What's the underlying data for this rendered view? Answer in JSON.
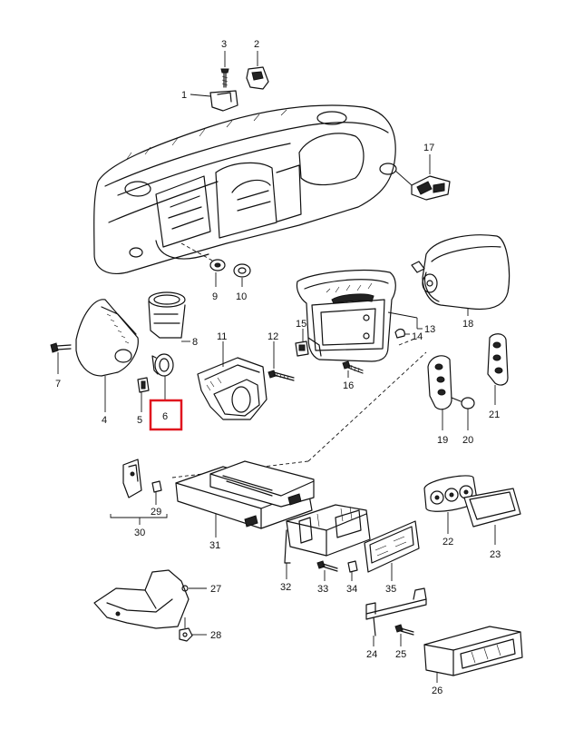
{
  "diagram": {
    "selected_part": "6",
    "highlight_color": "#e0141e",
    "labels": {
      "p1": "1",
      "p2": "2",
      "p3": "3",
      "p4": "4",
      "p5": "5",
      "p6": "6",
      "p7": "7",
      "p8": "8",
      "p9": "9",
      "p10": "10",
      "p11": "11",
      "p12": "12",
      "p13": "13",
      "p14": "14",
      "p15": "15",
      "p16": "16",
      "p17": "17",
      "p18": "18",
      "p19": "19",
      "p20": "20",
      "p21": "21",
      "p22": "22",
      "p23": "23",
      "p24": "24",
      "p25": "25",
      "p26": "26",
      "p27": "27",
      "p28": "28",
      "p29": "29",
      "p30": "30",
      "p31": "31",
      "p32": "32",
      "p33": "33",
      "p34": "34",
      "p35": "35"
    }
  }
}
